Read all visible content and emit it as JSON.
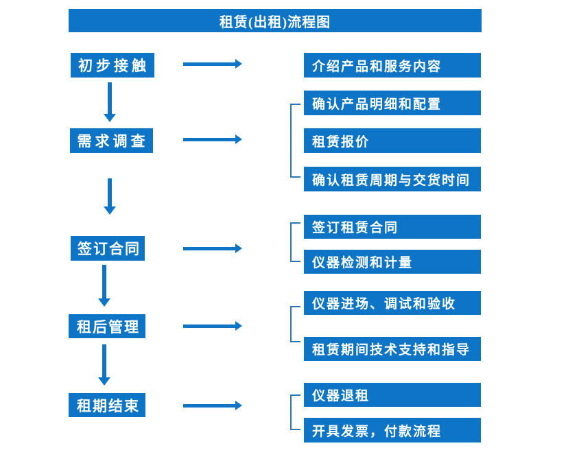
{
  "title": "租赁(出租)流程图",
  "colors": {
    "primary": "#0E74C5",
    "bracket": "#2E75B6",
    "text": "#FFFFFF",
    "background": "#FFFFFF"
  },
  "stages": [
    {
      "label": "初步接触",
      "details": [
        "介绍产品和服务内容"
      ]
    },
    {
      "label": "需求调查",
      "details": [
        "确认产品明细和配置",
        "租赁报价",
        "确认租赁周期与交货时间"
      ]
    },
    {
      "label": "签订合同",
      "details": [
        "签订租赁合同",
        "仪器检测和计量"
      ]
    },
    {
      "label": "租后管理",
      "details": [
        "仪器进场、调试和验收",
        "租赁期间技术支持和指导"
      ]
    },
    {
      "label": "租期结束",
      "details": [
        "仪器退租",
        "开具发票，付款流程"
      ]
    }
  ]
}
